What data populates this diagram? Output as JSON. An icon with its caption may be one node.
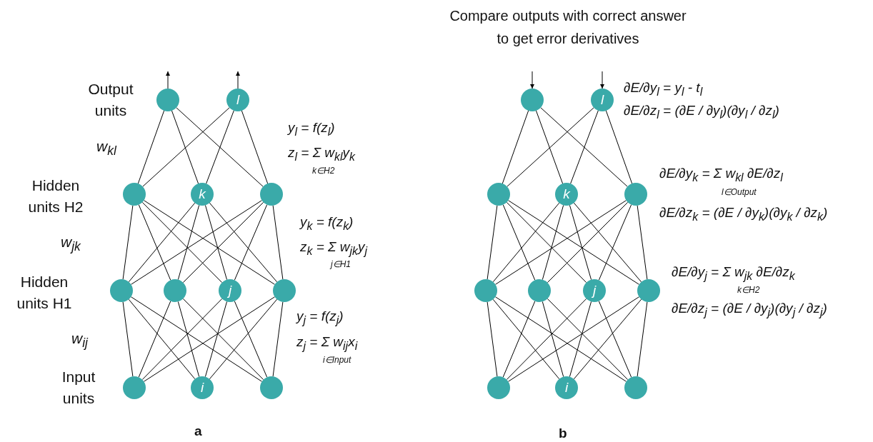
{
  "diagram": {
    "nodes": [
      {
        "text": [],
        "shape": "circle"
      },
      {
        "text": [
          "l"
        ]
      },
      {
        "text": [],
        "shape": "circle"
      },
      {
        "text": [
          "k"
        ]
      },
      {
        "text": [],
        "shape": "circle"
      },
      {
        "text": [],
        "shape": "circle"
      },
      {
        "text": [],
        "shape": "circle"
      },
      {
        "text": [
          "j"
        ]
      },
      {
        "text": [],
        "shape": "circle"
      },
      {
        "text": [],
        "shape": "circle"
      },
      {
        "text": [
          "i"
        ]
      },
      {
        "text": [],
        "shape": "circle"
      },
      {
        "text": [],
        "shape": "circle"
      },
      {
        "text": [
          "l"
        ]
      },
      {
        "text": [],
        "shape": "circle"
      },
      {
        "text": [
          "k"
        ]
      },
      {
        "text": [],
        "shape": "circle"
      },
      {
        "text": [],
        "shape": "circle"
      },
      {
        "text": [],
        "shape": "circle"
      },
      {
        "text": [
          "j"
        ]
      },
      {
        "text": [],
        "shape": "circle"
      },
      {
        "text": [],
        "shape": "circle"
      },
      {
        "text": [
          "i"
        ]
      },
      {
        "text": [],
        "shape": "circle"
      }
    ],
    "edges": [
      {
        "from": 0,
        "to": null,
        "arrow": "to"
      },
      {
        "from": 1,
        "to": null,
        "arrow": "to"
      },
      {
        "from": 2,
        "to": 0,
        "arrow": "none"
      },
      {
        "from": 2,
        "to": 1,
        "arrow": "none"
      },
      {
        "from": 3,
        "to": 0,
        "arrow": "none"
      },
      {
        "from": 3,
        "to": 1,
        "arrow": "none"
      },
      {
        "from": 4,
        "to": 0,
        "arrow": "none"
      },
      {
        "from": 4,
        "to": 1,
        "arrow": "none"
      },
      {
        "from": 5,
        "to": 2,
        "arrow": "none"
      },
      {
        "from": 5,
        "to": 3,
        "arrow": "none"
      },
      {
        "from": 5,
        "to": 4,
        "arrow": "none"
      },
      {
        "from": 6,
        "to": 2,
        "arrow": "none"
      },
      {
        "from": 6,
        "to": 3,
        "arrow": "none"
      },
      {
        "from": 6,
        "to": 4,
        "arrow": "none"
      },
      {
        "from": 7,
        "to": 2,
        "arrow": "none"
      },
      {
        "from": 7,
        "to": 3,
        "arrow": "none"
      },
      {
        "from": 7,
        "to": 4,
        "arrow": "none"
      },
      {
        "from": 8,
        "to": 2,
        "arrow": "none"
      },
      {
        "from": 8,
        "to": 3,
        "arrow": "none"
      },
      {
        "from": 8,
        "to": 4,
        "arrow": "none"
      },
      {
        "from": 9,
        "to": 5,
        "arrow": "none"
      },
      {
        "from": 9,
        "to": 6,
        "arrow": "none"
      },
      {
        "from": 9,
        "to": 7,
        "arrow": "none"
      },
      {
        "from": 9,
        "to": 8,
        "arrow": "none"
      },
      {
        "from": 10,
        "to": 5,
        "arrow": "none"
      },
      {
        "from": 10,
        "to": 6,
        "arrow": "none"
      },
      {
        "from": 10,
        "to": 7,
        "arrow": "none"
      },
      {
        "from": 10,
        "to": 8,
        "arrow": "none"
      },
      {
        "from": 11,
        "to": 5,
        "arrow": "none"
      },
      {
        "from": 11,
        "to": 6,
        "arrow": "none"
      },
      {
        "from": 11,
        "to": 7,
        "arrow": "none"
      },
      {
        "from": 11,
        "to": 8,
        "arrow": "none"
      },
      {
        "from": null,
        "to": 12,
        "arrow": "to"
      },
      {
        "from": null,
        "to": 13,
        "arrow": "to"
      },
      {
        "from": 14,
        "to": 12,
        "arrow": "none"
      },
      {
        "from": 14,
        "to": 13,
        "arrow": "none"
      },
      {
        "from": 15,
        "to": 12,
        "arrow": "none"
      },
      {
        "from": 15,
        "to": 13,
        "arrow": "none"
      },
      {
        "from": 16,
        "to": 12,
        "arrow": "none"
      },
      {
        "from": 16,
        "to": 13,
        "arrow": "none"
      },
      {
        "from": 17,
        "to": 14,
        "arrow": "none"
      },
      {
        "from": 17,
        "to": 15,
        "arrow": "none"
      },
      {
        "from": 17,
        "to": 16,
        "arrow": "none"
      },
      {
        "from": 18,
        "to": 14,
        "arrow": "none"
      },
      {
        "from": 18,
        "to": 15,
        "arrow": "none"
      },
      {
        "from": 18,
        "to": 16,
        "arrow": "none"
      },
      {
        "from": 19,
        "to": 14,
        "arrow": "none"
      },
      {
        "from": 19,
        "to": 15,
        "arrow": "none"
      },
      {
        "from": 19,
        "to": 16,
        "arrow": "none"
      },
      {
        "from": 20,
        "to": 14,
        "arrow": "none"
      },
      {
        "from": 20,
        "to": 15,
        "arrow": "none"
      },
      {
        "from": 20,
        "to": 16,
        "arrow": "none"
      },
      {
        "from": 21,
        "to": 17,
        "arrow": "none"
      },
      {
        "from": 21,
        "to": 18,
        "arrow": "none"
      },
      {
        "from": 21,
        "to": 19,
        "arrow": "none"
      },
      {
        "from": 21,
        "to": 20,
        "arrow": "none"
      },
      {
        "from": 22,
        "to": 17,
        "arrow": "none"
      },
      {
        "from": 22,
        "to": 18,
        "arrow": "none"
      },
      {
        "from": 22,
        "to": 19,
        "arrow": "none"
      },
      {
        "from": 22,
        "to": 20,
        "arrow": "none"
      },
      {
        "from": 23,
        "to": 17,
        "arrow": "none"
      },
      {
        "from": 23,
        "to": 18,
        "arrow": "none"
      },
      {
        "from": 23,
        "to": 19,
        "arrow": "none"
      },
      {
        "from": 23,
        "to": 20,
        "arrow": "none"
      }
    ],
    "labels": [
      "Compare outputs with correct answer to get error derivatives",
      "Output units",
      "w$_{kl}$",
      "Hidden units H2",
      "w$_{jk}$",
      "Hidden units H1",
      "w$_{ij}$",
      "Input units",
      "y$_{l}$ = f(z$_{l}$)",
      "z$_{l}$ = Σ w$_{kl}$y$_{k}$",
      "k∈H2",
      "y$_{k}$ = f(z$_{k}$)",
      "z$_{k}$ = Σ w$_{jk}$y$_{j}$",
      "j∈H1",
      "y$_{j}$ = f(z$_{j}$)",
      "z$_{j}$ = Σ  w$_{ij}$x$_{i}$",
      "i∈Input",
      "∂E/∂y$_{l}$ = y$_{l}$ - t$_{l}$",
      "∂E/∂z$_{l}$ = (∂E / ∂y$_{l}$)(∂y$_{l}$ / ∂z$_{l}$)",
      "∂E/∂y$_{k}$ = Σ  w$_{kl}$ ∂E/∂z$_{l}$",
      "l∈Output",
      "∂E/∂z$_{k}$ = (∂E / ∂y$_{k}$)(∂y$_{k}$ / ∂z$_{k}$)",
      "∂E/∂y$_{j}$ = Σ w$_{jk}$ ∂E/∂z$_{k}$",
      "k∈H2",
      "∂E/∂z$_{j}$ = (∂E / ∂y$_{j}$)(∂y$_{j}$ / ∂z$_{j}$)",
      "a",
      "b"
    ]
  }
}
